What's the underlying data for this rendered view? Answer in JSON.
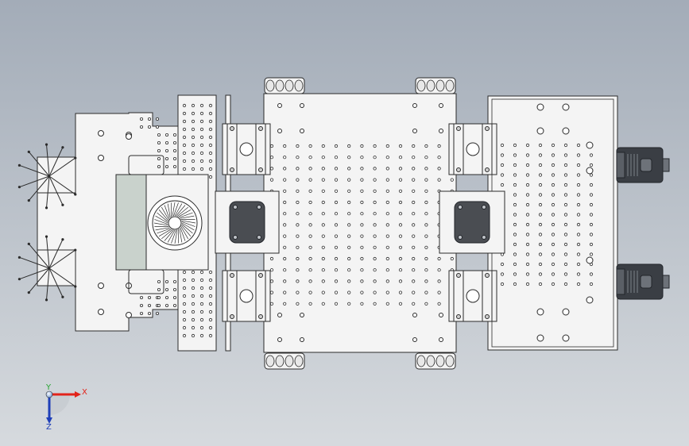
{
  "viewport": {
    "background_top": "#a3acb8",
    "background_bottom": "#d6dade"
  },
  "colors": {
    "part_fill": "#f4f4f4",
    "part_stroke": "#2b2b2b",
    "hole_fill": "#ffffff",
    "motor_body": "#3a3e44",
    "motor_dark": "#22252a",
    "bearing_block": "#4a4d52",
    "battery_panel": "#c9d2cc",
    "axis_x": "#e2231a",
    "axis_y": "#27a532",
    "axis_z": "#1f3fb8"
  },
  "triad": {
    "x_label": "X",
    "y_label": "Y",
    "z_label": "Z"
  },
  "icons": {
    "fan": "cooling-fan-icon",
    "motor": "dc-motor-icon",
    "wheel": "mecanum-wheel-icon",
    "triad": "coordinate-triad-icon"
  }
}
